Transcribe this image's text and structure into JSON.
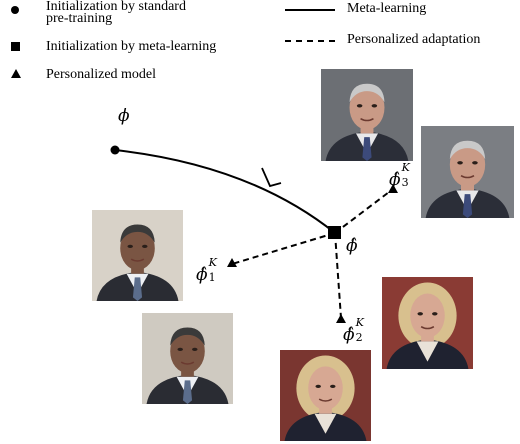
{
  "legend": {
    "standard_init": {
      "line1": "Initialization by standard",
      "line2": "pre-training"
    },
    "meta_init": "Initialization by meta-learning",
    "personalized_model": "Personalized model",
    "meta_learning": "Meta-learning",
    "personalized_adaptation": "Personalized adaptation"
  },
  "math": {
    "phi": "ϕ",
    "phi_hat": "ϕ̂",
    "phi_hat_1": {
      "base": "ϕ̂",
      "sup": "K",
      "sub": "1"
    },
    "phi_hat_2": {
      "base": "ϕ̂",
      "sup": "K",
      "sub": "2"
    },
    "phi_hat_3": {
      "base": "ϕ̂",
      "sup": "K",
      "sub": "3"
    }
  },
  "photos": [
    {
      "name": "photo-older-man-a",
      "suit": "#2b2e38",
      "shirt": "#e8e8ea",
      "tie": "#3c4a7a",
      "bg": "#6c6f74",
      "skin": "#c99a86",
      "hair": "#c9c9c9"
    },
    {
      "name": "photo-older-man-b",
      "suit": "#2b2e38",
      "shirt": "#e8e8ea",
      "tie": "#3c4a7a",
      "bg": "#7b7e83",
      "skin": "#c99a86",
      "hair": "#c9c9c9"
    },
    {
      "name": "photo-man-a",
      "suit": "#2a2c33",
      "shirt": "#eef0f4",
      "tie": "#5b6d8c",
      "bg": "#d8d2c8",
      "skin": "#7a5543",
      "hair": "#3a3a3a"
    },
    {
      "name": "photo-man-b",
      "suit": "#2a2c33",
      "shirt": "#eef0f4",
      "tie": "#5b6d8c",
      "bg": "#cfcac1",
      "skin": "#7a5543",
      "hair": "#3a3a3a"
    },
    {
      "name": "photo-woman-a",
      "suit": "#1f2230",
      "shirt": "#e9e2d8",
      "tie": "#1f2230",
      "bg": "#8a3b34",
      "skin": "#d7a893",
      "hair": "#d8c08e"
    },
    {
      "name": "photo-woman-b",
      "suit": "#1f2230",
      "shirt": "#e9e2d8",
      "tie": "#1f2230",
      "bg": "#7a3630",
      "skin": "#d7a893",
      "hair": "#d8c08e"
    }
  ]
}
